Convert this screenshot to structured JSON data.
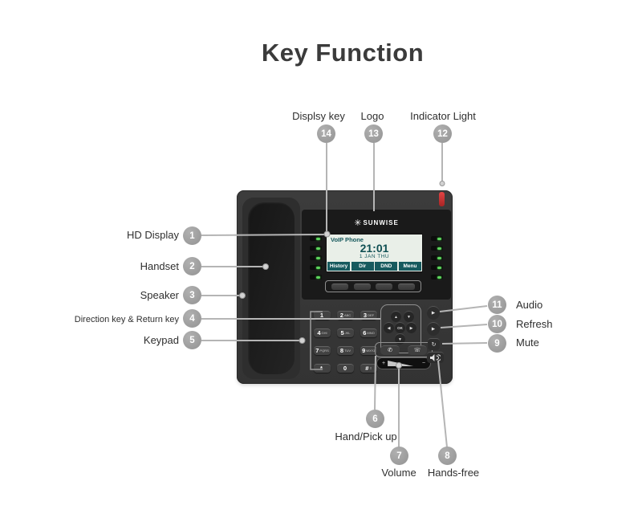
{
  "title": "Key Function",
  "callouts": {
    "hd_display": {
      "num": "1",
      "label": "HD Display"
    },
    "handset": {
      "num": "2",
      "label": "Handset"
    },
    "speaker": {
      "num": "3",
      "label": "Speaker"
    },
    "direction_key": {
      "num": "4",
      "label": "Direction key & Return key"
    },
    "keypad": {
      "num": "5",
      "label": "Keypad"
    },
    "hand_pickup": {
      "num": "6",
      "label": "Hand/Pick up"
    },
    "volume": {
      "num": "7",
      "label": "Volume"
    },
    "hands_free": {
      "num": "8",
      "label": "Hands-free"
    },
    "mute": {
      "num": "9",
      "label": "Mute"
    },
    "refresh": {
      "num": "10",
      "label": "Refresh"
    },
    "audio": {
      "num": "11",
      "label": "Audio"
    },
    "indicator_light": {
      "num": "12",
      "label": "Indicator Light"
    },
    "logo": {
      "num": "13",
      "label": "Logo"
    },
    "display_key": {
      "num": "14",
      "label": "Displsy key"
    }
  },
  "phone": {
    "brand": "SUNWISE",
    "logo_icon": "✳",
    "screen": {
      "status": "VoIP Phone",
      "time": "21:01",
      "date": "1 JAN THU",
      "softkeys": [
        "History",
        "Dir",
        "DND",
        "Menu"
      ]
    },
    "line_keys_per_side": 5,
    "keypad": [
      {
        "d": "1",
        "s": ""
      },
      {
        "d": "2",
        "s": "ABC"
      },
      {
        "d": "3",
        "s": "DEF"
      },
      {
        "d": "4",
        "s": "GHI"
      },
      {
        "d": "5",
        "s": "JKL"
      },
      {
        "d": "6",
        "s": "MNO"
      },
      {
        "d": "7",
        "s": "PQRS"
      },
      {
        "d": "8",
        "s": "TUV"
      },
      {
        "d": "9",
        "s": "WXYZ"
      },
      {
        "d": "*",
        "s": "."
      },
      {
        "d": "0",
        "s": ""
      },
      {
        "d": "#",
        "s": "⇧"
      }
    ],
    "nav_keys": [
      "▲",
      "▼",
      "◀",
      "OK",
      "▶",
      "▼"
    ],
    "call_keys": [
      "✆",
      "☏"
    ],
    "volume_rocker": {
      "plus": "+",
      "minus": "−"
    },
    "side_keys": [
      "▶",
      "▶",
      "↻"
    ]
  },
  "colors": {
    "indicator_red": "#d23b3b",
    "led_green": "#5ed45e",
    "screen_teal": "#14575b",
    "screen_bg": "#e9efe8",
    "callout_gray": "#9c9c9c",
    "phone_body": "#383838"
  }
}
